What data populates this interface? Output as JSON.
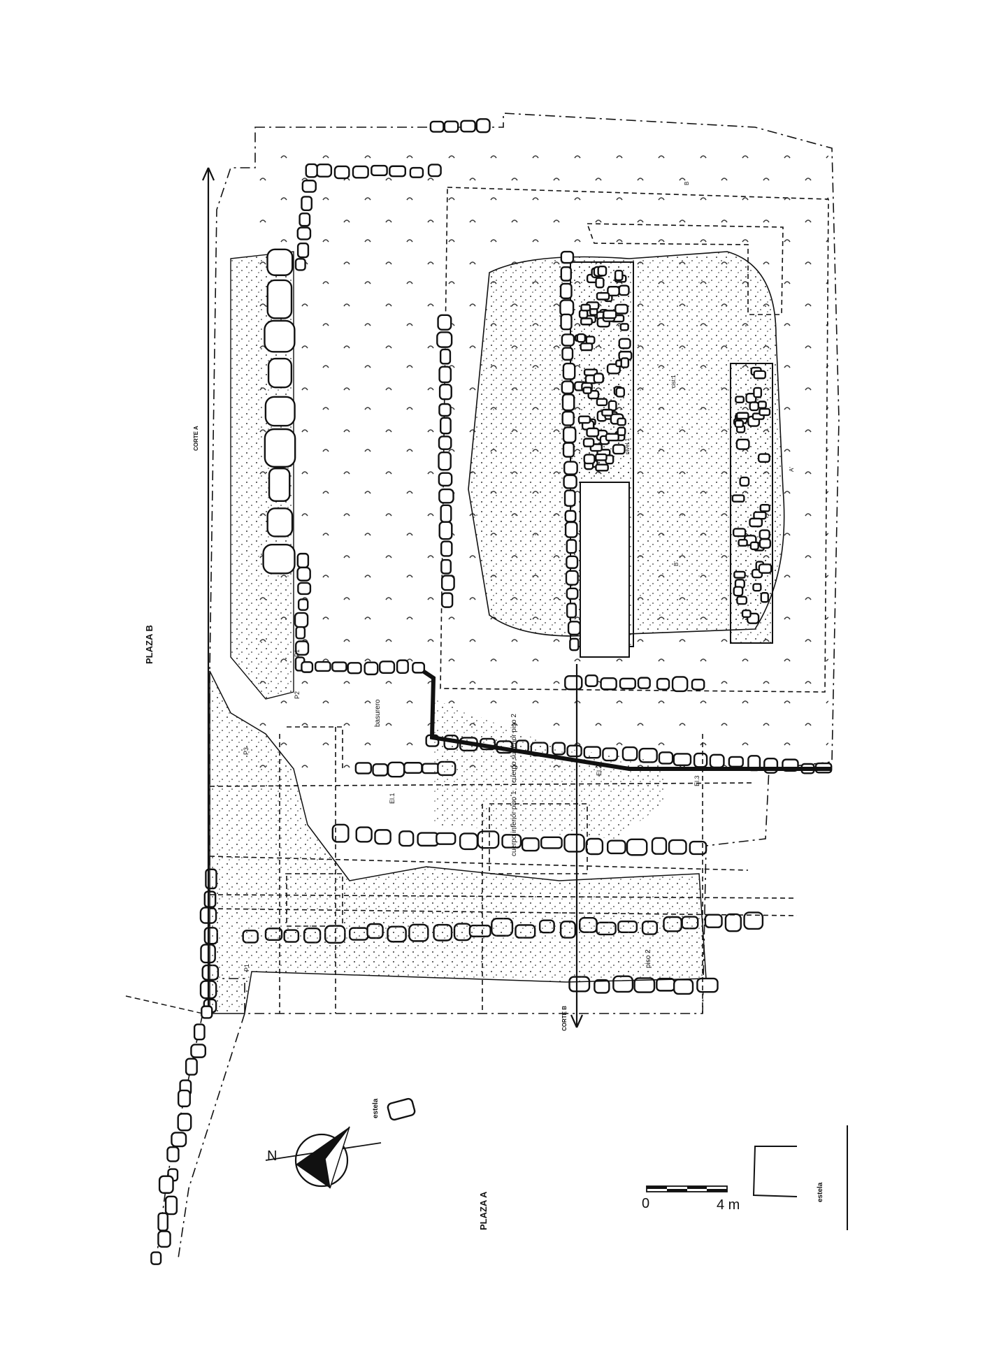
{
  "labels": {
    "plaza_a": "PLAZA A",
    "plaza_b": "PLAZA B",
    "north": "N",
    "corte_a": "CORTE A",
    "corte_b": "CORTE B",
    "estela": "estela",
    "estela_right": "estela",
    "basurero": "basurero",
    "cuerpo_superior": "cuerpo superior piso 2",
    "cuerpo_inferior": "cuerpo inferior piso 1",
    "piso_2": "piso 2",
    "p1": "P1",
    "p2": "P2",
    "p3": "P3",
    "el1": "El.1",
    "el2": "El.2",
    "el3": "El.3",
    "cist1": "cist.1",
    "nivel1": "nivel 1",
    "b_mark": "B",
    "a_mark": "A'",
    "b_prime": "B'"
  },
  "scale_bar": {
    "start_label": "0",
    "end_label": "4 m"
  }
}
